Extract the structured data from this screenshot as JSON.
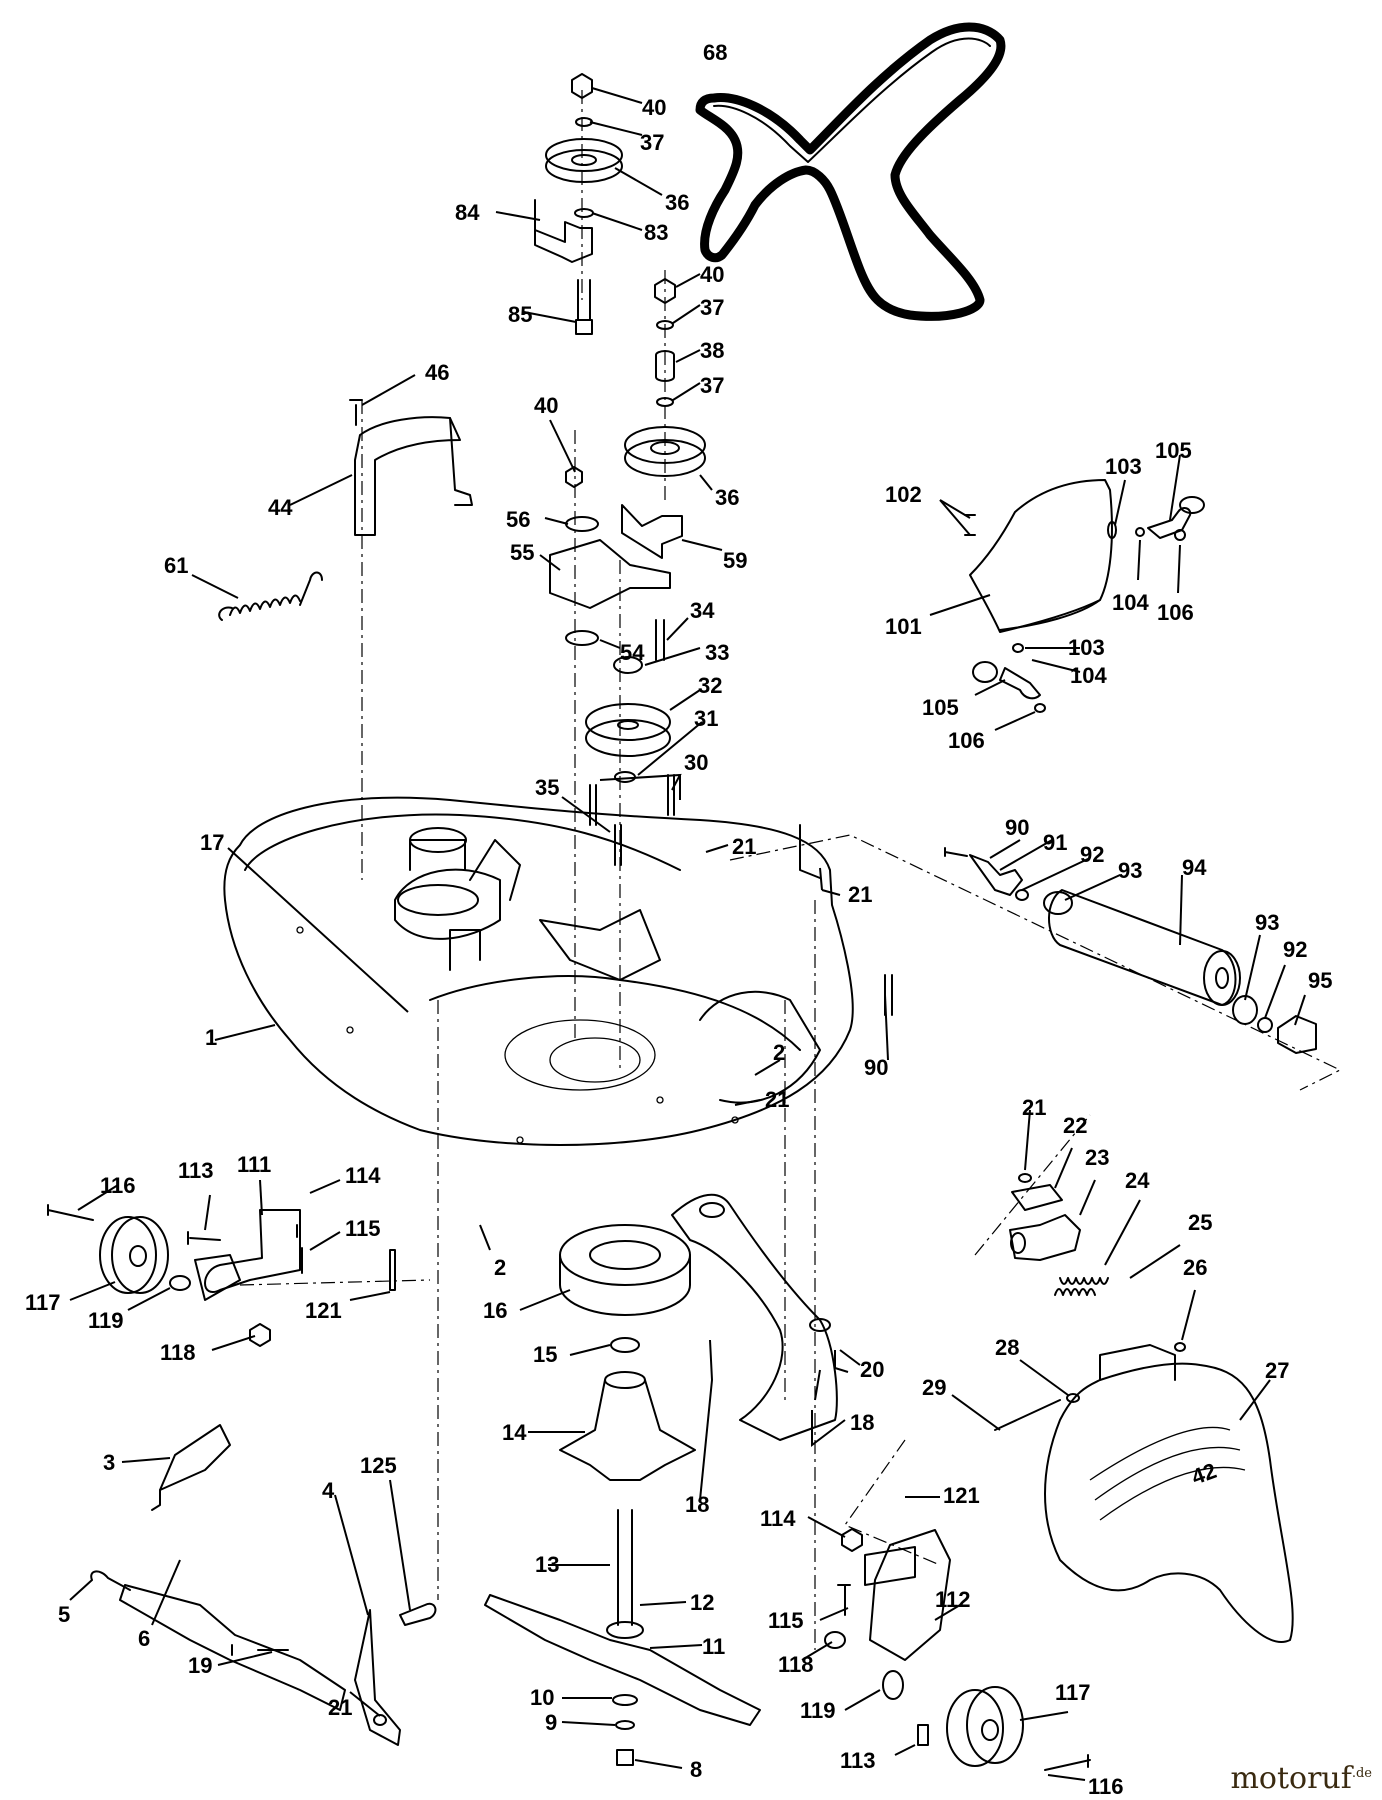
{
  "part_numbers": [
    "1",
    "2",
    "2",
    "3",
    "4",
    "5",
    "6",
    "8",
    "9",
    "10",
    "11",
    "12",
    "13",
    "14",
    "15",
    "16",
    "17",
    "18",
    "18",
    "19",
    "20",
    "21",
    "21",
    "21",
    "21",
    "21",
    "21",
    "22",
    "23",
    "24",
    "25",
    "26",
    "27",
    "28",
    "29",
    "30",
    "31",
    "32",
    "33",
    "34",
    "35",
    "36",
    "36",
    "37",
    "37",
    "37",
    "38",
    "40",
    "40",
    "40",
    "44",
    "46",
    "54",
    "55",
    "56",
    "59",
    "61",
    "68",
    "83",
    "84",
    "85",
    "90",
    "90",
    "91",
    "92",
    "92",
    "93",
    "93",
    "94",
    "95",
    "101",
    "102",
    "103",
    "103",
    "104",
    "104",
    "105",
    "105",
    "106",
    "106",
    "111",
    "112",
    "113",
    "113",
    "114",
    "114",
    "115",
    "115",
    "116",
    "116",
    "117",
    "117",
    "118",
    "118",
    "119",
    "119",
    "121",
    "121",
    "125"
  ],
  "deck_badge": "42",
  "watermark": {
    "brand": "motoruf",
    "tld": ".de"
  }
}
